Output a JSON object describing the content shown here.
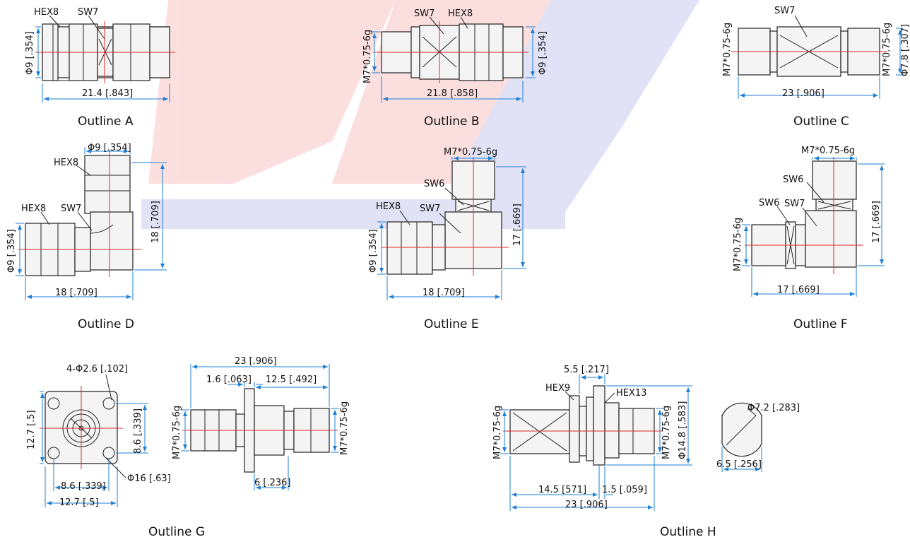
{
  "colors": {
    "outline_stroke": "#222222",
    "dimension_line": "#1e7fd6",
    "centerline": "#e0282c",
    "watermark_red": "#f9c6c4",
    "watermark_blue": "#c9cbee"
  },
  "outlines": {
    "A": {
      "caption": "Outline A",
      "hex": "HEX8",
      "sw": "SW7",
      "dia": "Φ9 [.354]",
      "length": "21.4 [.843]"
    },
    "B": {
      "caption": "Outline B",
      "sw": "SW7",
      "hex": "HEX8",
      "thread": "M7*0.75-6g",
      "dia": "Φ9 [.354]",
      "length": "21.8 [.858]"
    },
    "C": {
      "caption": "Outline C",
      "sw": "SW7",
      "thread_left": "M7*0.75-6g",
      "thread_right": "M7*0.75-6g",
      "dia": "Φ7.8 [.307]",
      "length": "23 [.906]"
    },
    "D": {
      "caption": "Outline D",
      "dia_top": "Φ9 [.354]",
      "hex_top": "HEX8",
      "hex_left": "HEX8",
      "sw": "SW7",
      "dia_left": "Φ9 [.354]",
      "height": "18 [.709]",
      "width": "18 [.709]"
    },
    "E": {
      "caption": "Outline E",
      "thread": "M7*0.75-6g",
      "sw_top": "SW6",
      "hex": "HEX8",
      "sw": "SW7",
      "dia": "Φ9 [.354]",
      "height": "17 [.669]",
      "width": "18 [.709]"
    },
    "F": {
      "caption": "Outline F",
      "thread_top": "M7*0.75-6g",
      "sw_top": "SW6",
      "sw_left": "SW6",
      "sw": "SW7",
      "thread_left": "M7*0.75-6g",
      "height": "17 [.669]",
      "width": "17 [.669]"
    },
    "G": {
      "caption": "Outline G",
      "holes": "4-Φ2.6 [.102]",
      "flange_h": "12.7 [.5]",
      "pitch_v": "8.6 [.339]",
      "pitch_h": "8.6 [.339]",
      "dia": "Φ16 [.63]",
      "flange_w": "12.7 [.5]",
      "length": "23 [.906]",
      "flange_t": "1.6 [.063]",
      "rear": "12.5 [.492]",
      "thread_left": "M7*0.75-6g",
      "thread_right": "M7*0.75-6g",
      "front": "6 [.236]"
    },
    "H": {
      "caption": "Outline H",
      "panel": "5.5 [.217]",
      "hex9": "HEX9",
      "hex13": "HEX13",
      "thread_left": "M7*0.75-6g",
      "thread_right": "M7*0.75-6g",
      "dia": "Φ14.8 [.583]",
      "length_a": "14.5 [571]",
      "length_b": "1.5 [.059]",
      "length": "23 [.906]",
      "d_flat": "Φ7.2 [.283]",
      "flat": "6.5 [.256]"
    }
  }
}
